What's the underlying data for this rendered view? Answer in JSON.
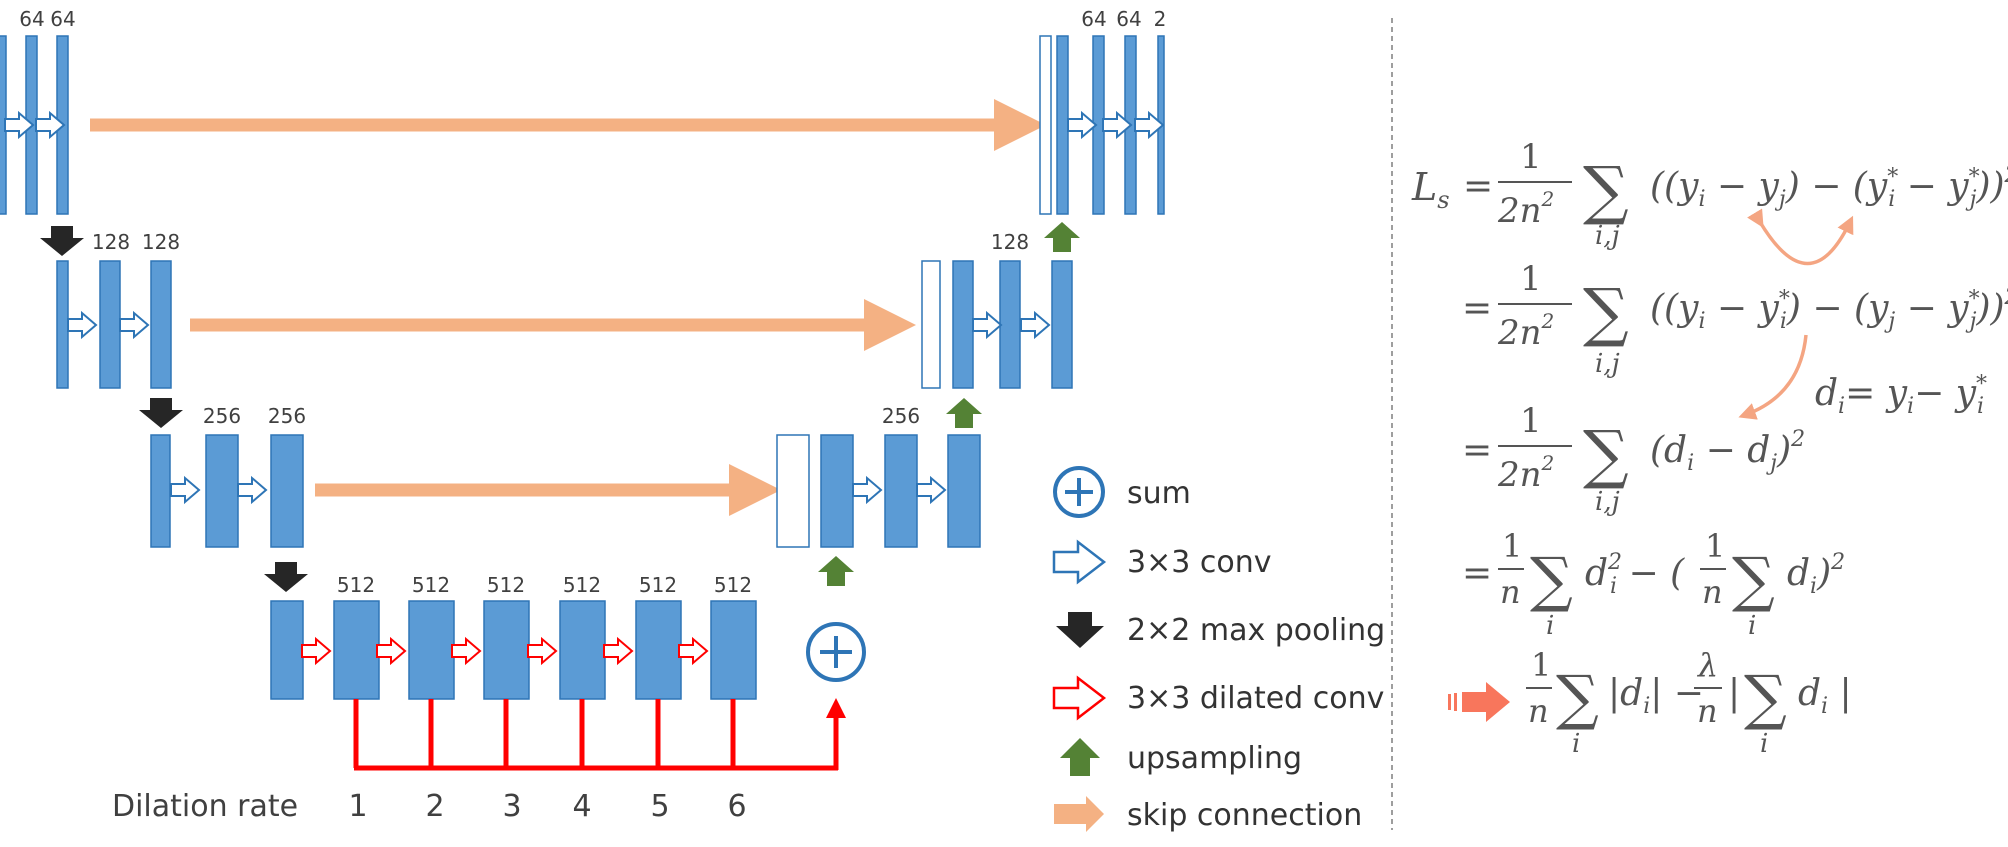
{
  "colors": {
    "block": "#5b9bd5",
    "block_stroke": "#2e75b6",
    "skip": "#f4b183",
    "pool": "#262626",
    "up": "#548235",
    "dilated": "#ff0000",
    "sum": "#2e75b6",
    "derive_arrow": "#f4a582",
    "big_arrow": "#f8765c"
  },
  "channels": {
    "l1_enc": [
      "64",
      "64"
    ],
    "l1_dec": [
      "64",
      "64",
      "2"
    ],
    "l2_enc": [
      "128",
      "128"
    ],
    "l2_dec": "128",
    "l3_enc": [
      "256",
      "256"
    ],
    "l3_dec": "256",
    "bottleneck": [
      "512",
      "512",
      "512",
      "512",
      "512",
      "512"
    ]
  },
  "dilation": {
    "label": "Dilation rate",
    "rates": [
      "1",
      "2",
      "3",
      "4",
      "5",
      "6"
    ]
  },
  "legend": {
    "sum": "sum",
    "conv": "3×3 conv",
    "pool": "2×2 max pooling",
    "dilated": "3×3 dilated conv",
    "up": "upsampling",
    "skip": "skip connection"
  },
  "icons": [
    "sum-icon",
    "hollow-arrow-icon",
    "down-arrow-icon",
    "red-hollow-arrow-icon",
    "up-arrow-icon",
    "skip-arrow-icon"
  ],
  "formula": {
    "lhs": "L",
    "lhs_sub": "s",
    "eq": "=",
    "one": "1",
    "two_n": "2n",
    "sq": "2",
    "n": "n",
    "sigma": "∑",
    "idx_ij": "i,j",
    "idx_i": "i",
    "line1_body": "((y",
    "line2_body": "((y",
    "line3_body": "(d",
    "lambda": "λ",
    "di_def": "d",
    "di_def_rest": "= y",
    "di_def_minus": "− y"
  }
}
